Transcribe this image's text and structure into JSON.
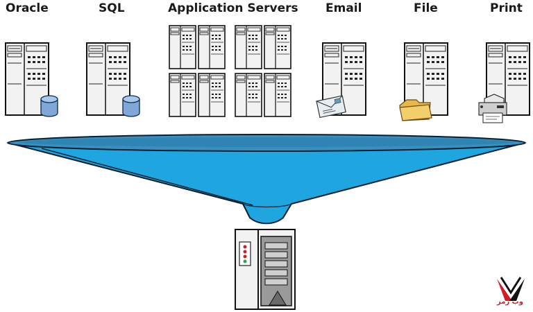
{
  "labels": {
    "oracle": "Oracle",
    "sql": "SQL",
    "app_servers": "Application Servers",
    "email": "Email",
    "file": "File",
    "print": "Print"
  },
  "icons": {
    "database": "database-icon",
    "envelope": "envelope-icon",
    "folder": "folder-icon",
    "printer": "printer-icon"
  },
  "colors": {
    "funnel_fill": "#1fa6e0",
    "funnel_outline": "#0a1f2e",
    "server_fill": "#f2f2f2",
    "database_fill": "#7fa8d8",
    "logo_red": "#d11f2a"
  },
  "watermark": {
    "text": "وب رمز"
  }
}
